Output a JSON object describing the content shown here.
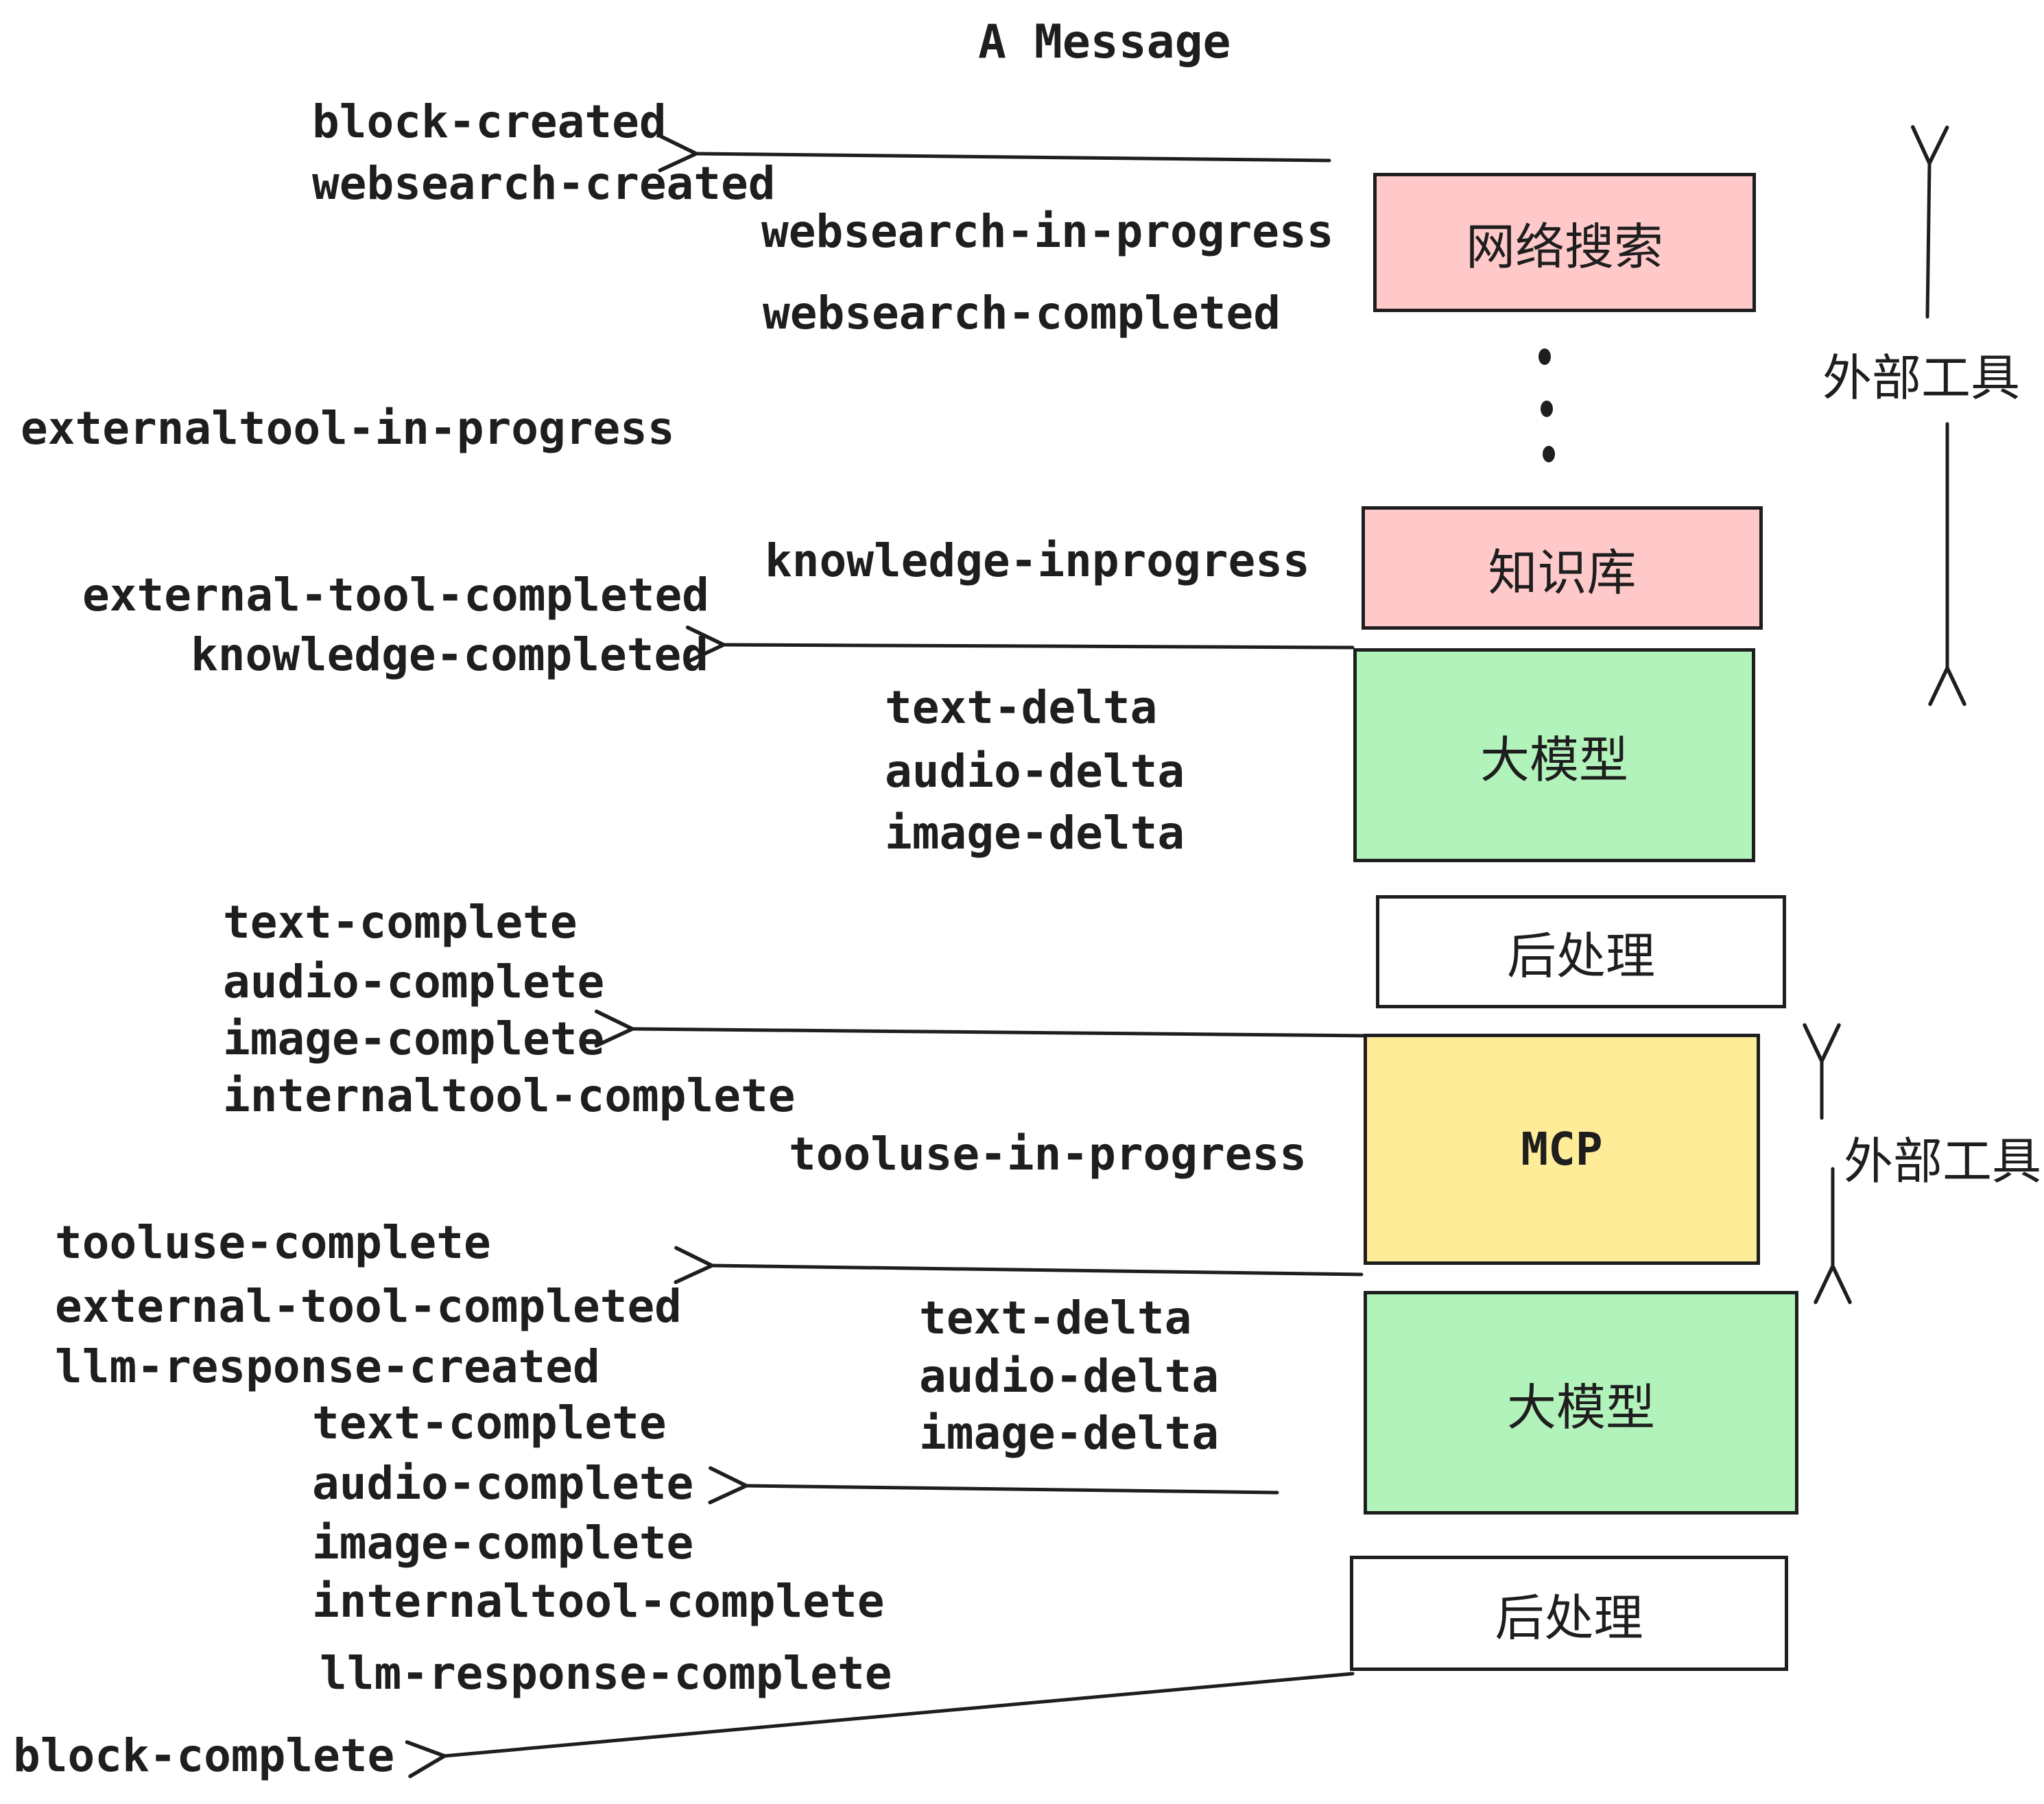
{
  "title": "A Message",
  "palette": {
    "box_pink": "#ffc9c9",
    "box_green": "#b2f2bb",
    "box_yellow": "#ffec99",
    "box_white": "#ffffff",
    "stroke": "#1e1e1e"
  },
  "boxes": [
    {
      "id": "websearch",
      "label": "网络搜索"
    },
    {
      "id": "knowledge",
      "label": "知识库"
    },
    {
      "id": "llm-1",
      "label": "大模型"
    },
    {
      "id": "postproc-1",
      "label": "后处理"
    },
    {
      "id": "mcp",
      "label": "MCP"
    },
    {
      "id": "llm-2",
      "label": "大模型"
    },
    {
      "id": "postproc-2",
      "label": "后处理"
    }
  ],
  "side_labels": [
    {
      "id": "external-tools-top",
      "label": "外部工具"
    },
    {
      "id": "external-tools-bottom",
      "label": "外部工具"
    }
  ],
  "icons": [
    {
      "name": "vertical-ellipsis-dots"
    },
    {
      "name": "left-arrow"
    },
    {
      "name": "up-arrow"
    },
    {
      "name": "down-arrow"
    }
  ],
  "events": [
    {
      "text": "block-created"
    },
    {
      "text": "websearch-created"
    },
    {
      "text": "websearch-in-progress"
    },
    {
      "text": "websearch-completed"
    },
    {
      "text": "externaltool-in-progress"
    },
    {
      "text": "knowledge-inprogress"
    },
    {
      "text": "external-tool-completed"
    },
    {
      "text": "knowledge-completed"
    },
    {
      "text": "text-delta"
    },
    {
      "text": "audio-delta"
    },
    {
      "text": "image-delta"
    },
    {
      "text": "text-complete"
    },
    {
      "text": "audio-complete"
    },
    {
      "text": "image-complete"
    },
    {
      "text": "internaltool-complete"
    },
    {
      "text": "tooluse-in-progress"
    },
    {
      "text": "tooluse-complete"
    },
    {
      "text": "external-tool-completed"
    },
    {
      "text": "llm-response-created"
    },
    {
      "text": "text-complete"
    },
    {
      "text": "text-delta"
    },
    {
      "text": "audio-delta"
    },
    {
      "text": "image-delta"
    },
    {
      "text": "audio-complete"
    },
    {
      "text": "image-complete"
    },
    {
      "text": "internaltool-complete"
    },
    {
      "text": "llm-response-complete"
    },
    {
      "text": "block-complete"
    }
  ]
}
